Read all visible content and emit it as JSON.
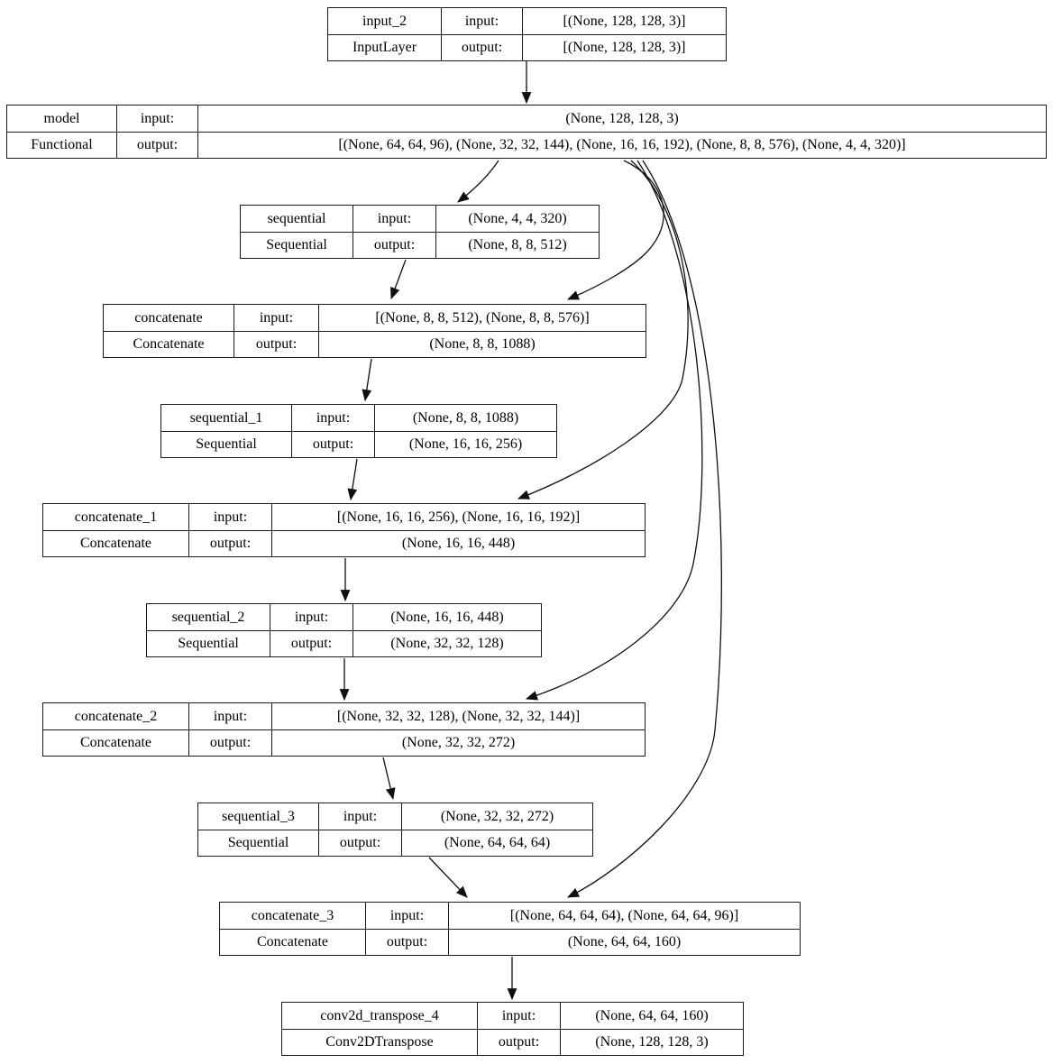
{
  "diagram": {
    "title": "keras-model-plot",
    "labels": {
      "input": "input:",
      "output": "output:"
    },
    "colors": {
      "background": "#ffffff",
      "node_border": "#1a1a1a",
      "edge": "#0f0f0f",
      "text": "#000000"
    },
    "nodes": [
      {
        "id": "input_2",
        "name": "input_2",
        "class": "InputLayer",
        "input": "[(None, 128, 128, 3)]",
        "output": "[(None, 128, 128, 3)]"
      },
      {
        "id": "model",
        "name": "model",
        "class": "Functional",
        "input": "(None, 128, 128, 3)",
        "output": "[(None, 64, 64, 96), (None, 32, 32, 144), (None, 16, 16, 192), (None, 8, 8, 576), (None, 4, 4, 320)]"
      },
      {
        "id": "sequential",
        "name": "sequential",
        "class": "Sequential",
        "input": "(None, 4, 4, 320)",
        "output": "(None, 8, 8, 512)"
      },
      {
        "id": "concatenate",
        "name": "concatenate",
        "class": "Concatenate",
        "input": "[(None, 8, 8, 512), (None, 8, 8, 576)]",
        "output": "(None, 8, 8, 1088)"
      },
      {
        "id": "sequential_1",
        "name": "sequential_1",
        "class": "Sequential",
        "input": "(None, 8, 8, 1088)",
        "output": "(None, 16, 16, 256)"
      },
      {
        "id": "concatenate_1",
        "name": "concatenate_1",
        "class": "Concatenate",
        "input": "[(None, 16, 16, 256), (None, 16, 16, 192)]",
        "output": "(None, 16, 16, 448)"
      },
      {
        "id": "sequential_2",
        "name": "sequential_2",
        "class": "Sequential",
        "input": "(None, 16, 16, 448)",
        "output": "(None, 32, 32, 128)"
      },
      {
        "id": "concatenate_2",
        "name": "concatenate_2",
        "class": "Concatenate",
        "input": "[(None, 32, 32, 128), (None, 32, 32, 144)]",
        "output": "(None, 32, 32, 272)"
      },
      {
        "id": "sequential_3",
        "name": "sequential_3",
        "class": "Sequential",
        "input": "(None, 32, 32, 272)",
        "output": "(None, 64, 64, 64)"
      },
      {
        "id": "concatenate_3",
        "name": "concatenate_3",
        "class": "Concatenate",
        "input": "[(None, 64, 64, 64), (None, 64, 64, 96)]",
        "output": "(None, 64, 64, 160)"
      },
      {
        "id": "conv2d_transpose_4",
        "name": "conv2d_transpose_4",
        "class": "Conv2DTranspose",
        "input": "(None, 64, 64, 160)",
        "output": "(None, 128, 128, 3)"
      }
    ],
    "edges": [
      {
        "from": "input_2",
        "to": "model"
      },
      {
        "from": "model",
        "to": "sequential"
      },
      {
        "from": "model",
        "to": "concatenate"
      },
      {
        "from": "sequential",
        "to": "concatenate"
      },
      {
        "from": "concatenate",
        "to": "sequential_1"
      },
      {
        "from": "model",
        "to": "concatenate_1"
      },
      {
        "from": "sequential_1",
        "to": "concatenate_1"
      },
      {
        "from": "concatenate_1",
        "to": "sequential_2"
      },
      {
        "from": "model",
        "to": "concatenate_2"
      },
      {
        "from": "sequential_2",
        "to": "concatenate_2"
      },
      {
        "from": "concatenate_2",
        "to": "sequential_3"
      },
      {
        "from": "model",
        "to": "concatenate_3"
      },
      {
        "from": "sequential_3",
        "to": "concatenate_3"
      },
      {
        "from": "concatenate_3",
        "to": "conv2d_transpose_4"
      }
    ]
  }
}
